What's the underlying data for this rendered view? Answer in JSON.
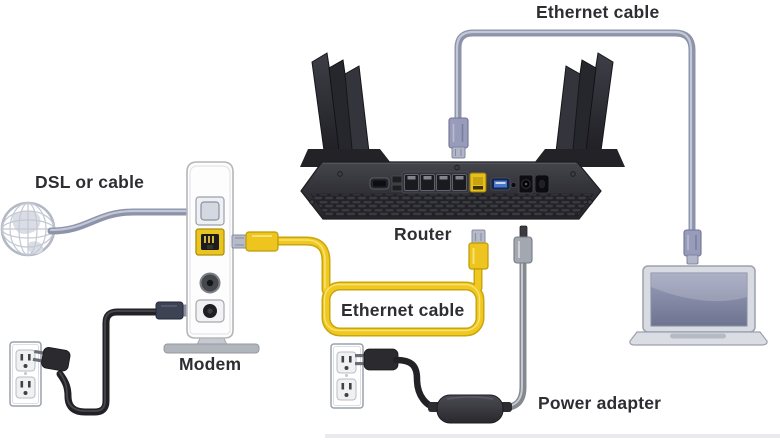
{
  "diagram": {
    "labels": {
      "ethernet_cable_top": "Ethernet cable",
      "dsl_or_cable": "DSL or cable",
      "router": "Router",
      "ethernet_cable_middle": "Ethernet cable",
      "modem": "Modem",
      "power_adapter": "Power adapter"
    },
    "colors": {
      "ethernet_cable_yellow": "#f0c41f",
      "ethernet_cable_gray": "#8d94aa",
      "connector_lavender": "#989cba",
      "device_black": "#2e2e33",
      "modem_white": "#fdfdfd",
      "laptop_screen": "#7d82a0",
      "label_text": "#2e2e32"
    },
    "icons": {
      "internet_globe": "wireframe-globe",
      "modem": "vertical-modem-with-stand",
      "router": "black-router-with-wing-antennas",
      "laptop": "gray-laptop",
      "wall_outlet": "duplex-power-outlet",
      "power_adapter": "black-power-brick"
    }
  }
}
